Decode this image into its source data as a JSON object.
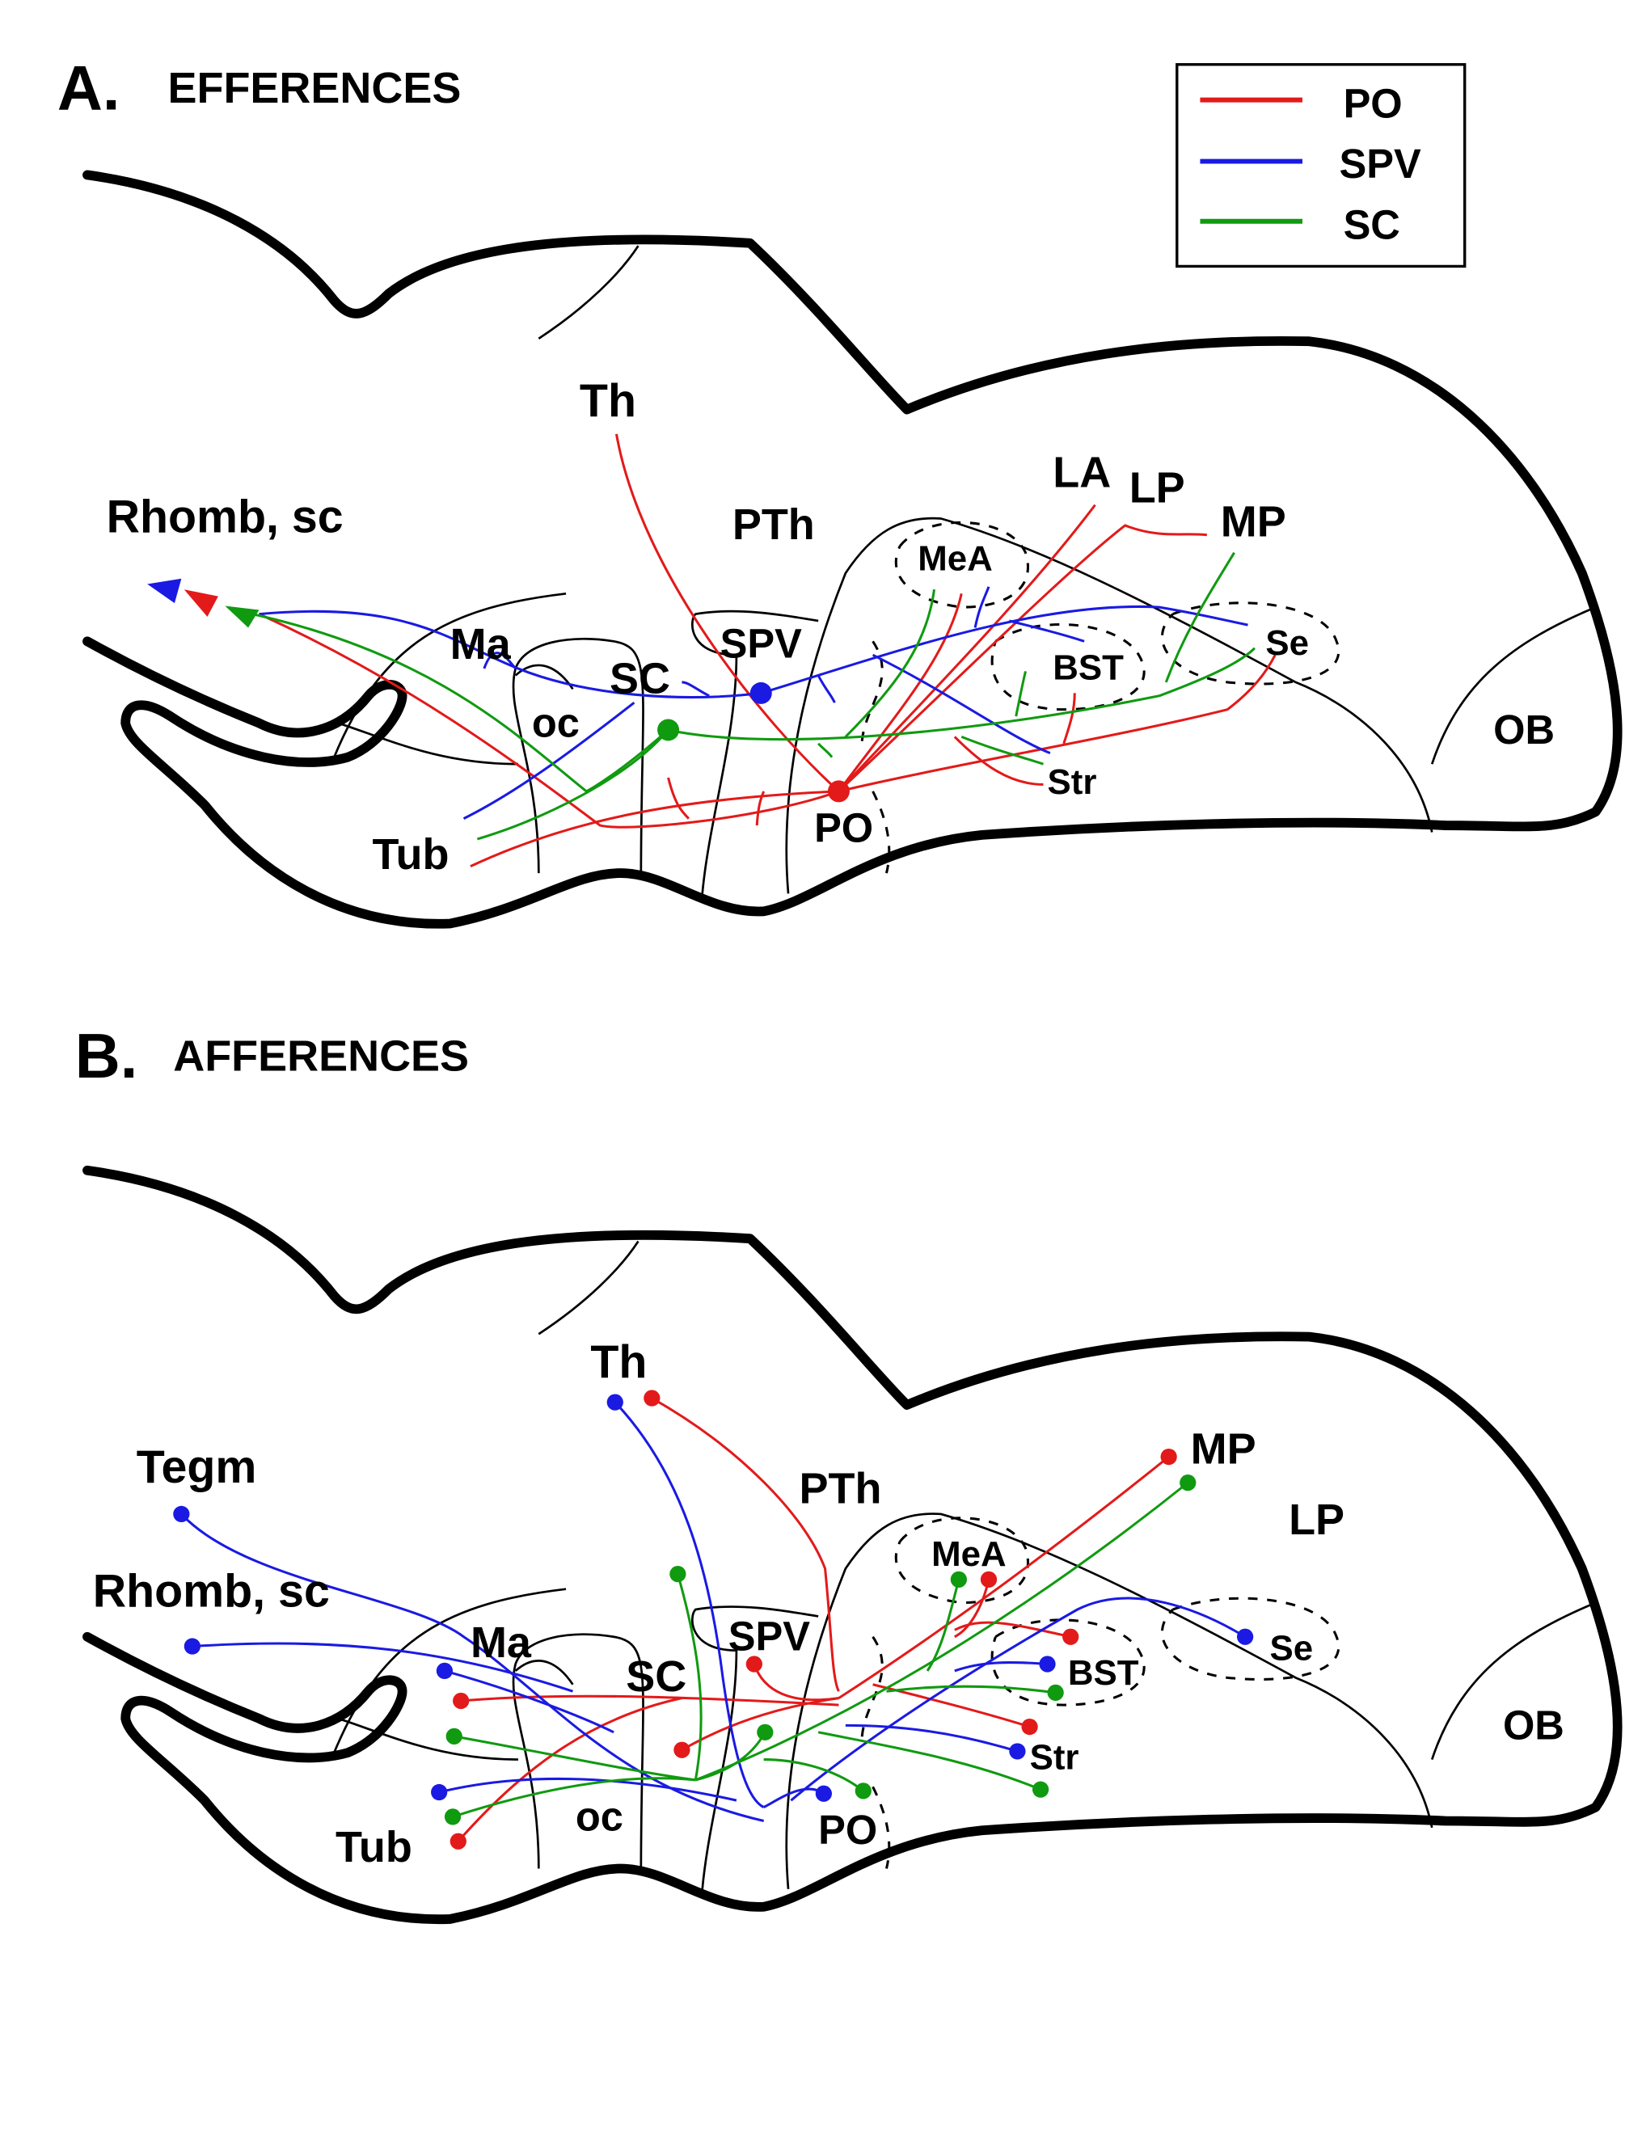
{
  "colors": {
    "PO": "#e31a1a",
    "SPV": "#1a1ae3",
    "SC": "#109a10"
  },
  "legend": [
    {
      "label": "PO",
      "color": "#e31a1a"
    },
    {
      "label": "SPV",
      "color": "#1a1ae3"
    },
    {
      "label": "SC",
      "color": "#109a10"
    }
  ],
  "panelA": {
    "letter": "A.",
    "title": "EFFERENCES",
    "labels": {
      "th": "Th",
      "rhomb": "Rhomb, sc",
      "pth": "PTh",
      "la": "LA",
      "lp": "LP",
      "mp": "MP",
      "mea": "MeA",
      "ma": "Ma",
      "sc": "SC",
      "spv": "SPV",
      "bst": "BST",
      "se": "Se",
      "oc": "oc",
      "ob": "OB",
      "str": "Str",
      "po": "PO",
      "tub": "Tub"
    }
  },
  "panelB": {
    "letter": "B.",
    "title": "AFFERENCES",
    "labels": {
      "th": "Th",
      "tegm": "Tegm",
      "rhomb": "Rhomb, sc",
      "pth": "PTh",
      "mp": "MP",
      "lp": "LP",
      "mea": "MeA",
      "ma": "Ma",
      "sc": "SC",
      "spv": "SPV",
      "bst": "BST",
      "se": "Se",
      "oc": "oc",
      "ob": "OB",
      "str": "Str",
      "po": "PO",
      "tub": "Tub"
    }
  }
}
